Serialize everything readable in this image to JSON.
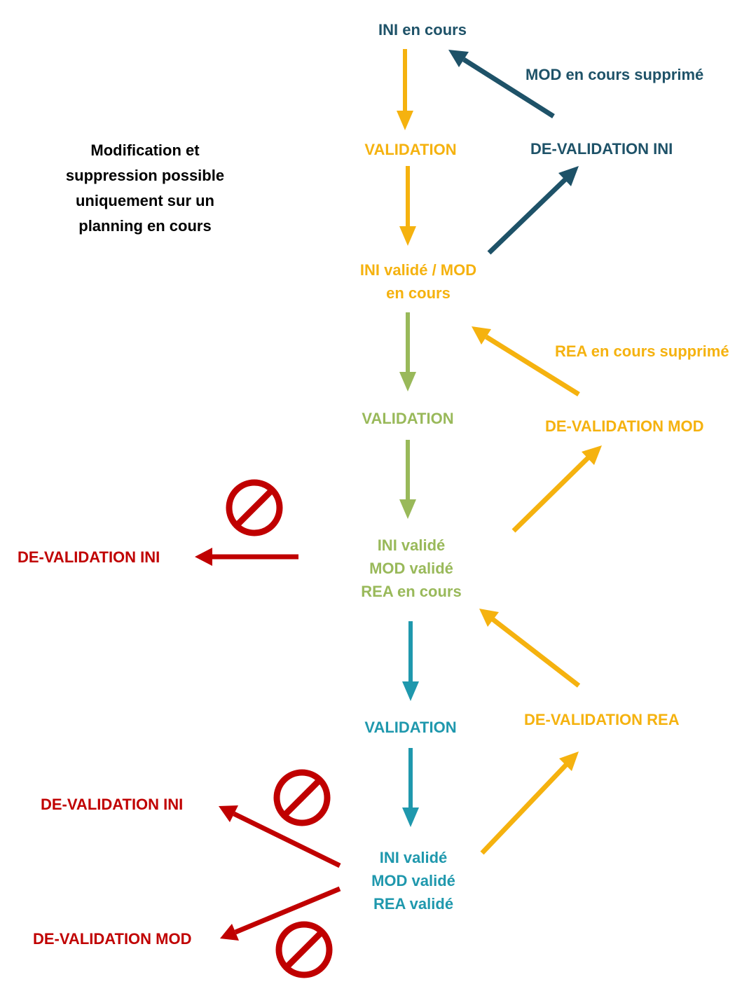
{
  "colors": {
    "navy": "#1e5268",
    "amber": "#f5b20f",
    "green": "#99b95a",
    "teal": "#1f98ad",
    "red": "#c00000",
    "text_black": "#000000"
  },
  "states": {
    "ini_en_cours": "INI en cours",
    "ini_valide_mod_en_cours": [
      "INI validé / MOD",
      "en cours"
    ],
    "ini_mod_valide_rea_en_cours": [
      "INI validé",
      "MOD validé",
      "REA en cours"
    ],
    "all_valide": [
      "INI validé",
      "MOD validé",
      "REA validé"
    ]
  },
  "validation_steps": {
    "step1": "VALIDATION",
    "step2": "VALIDATION",
    "step3": "VALIDATION"
  },
  "devalidation": {
    "ini_navy": "DE-VALIDATION INI",
    "mod_amber": "DE-VALIDATION MOD",
    "rea_amber": "DE-VALIDATION REA",
    "ini_red_1": "DE-VALIDATION INI",
    "ini_red_2": "DE-VALIDATION INI",
    "mod_red": "DE-VALIDATION MOD"
  },
  "annotations": {
    "mod_supprime": "MOD en cours supprimé",
    "rea_supprime": "REA en cours supprimé"
  },
  "note": [
    "Modification et",
    "suppression possible",
    "uniquement sur un",
    "planning en cours"
  ],
  "icons": {
    "forbidden": "forbidden-icon"
  }
}
